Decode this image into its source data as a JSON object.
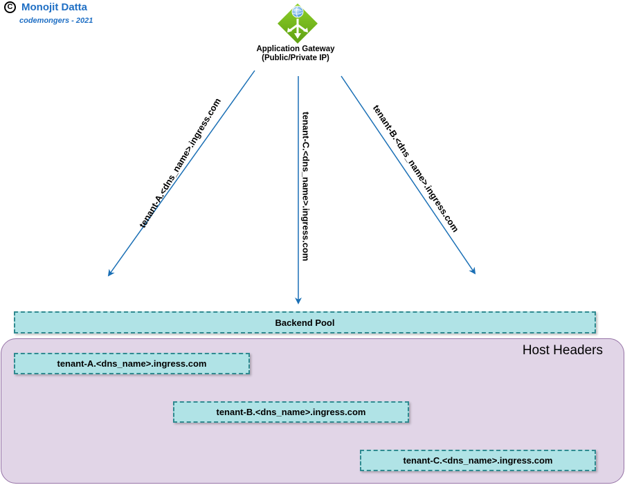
{
  "header": {
    "copyright_symbol": "C",
    "author": "Monojit Datta",
    "subtitle": "codemongers - 2021"
  },
  "gateway": {
    "icon": "application-gateway-icon",
    "label_line1": "Application Gateway",
    "label_line2": "(Public/Private IP)"
  },
  "routes": [
    "tenant-A.<dns_name>.ingress.com",
    "tenant-C.<dns_name>.ingress.com",
    "tenant-B.<dns_name>.ingress.com"
  ],
  "backend_pool": {
    "label": "Backend Pool"
  },
  "host_headers": {
    "title": "Host Headers",
    "items": [
      "tenant-A.<dns_name>.ingress.com",
      "tenant-B.<dns_name>.ingress.com",
      "tenant-C.<dns_name>.ingress.com"
    ]
  },
  "colors": {
    "arrow": "#1a6fb5",
    "box_fill": "#b0e3e6",
    "box_border": "#2f8a90",
    "container_fill": "#e1d5e7",
    "accent_text": "#1f6fc4",
    "gateway_green": "#7cbf1e"
  }
}
